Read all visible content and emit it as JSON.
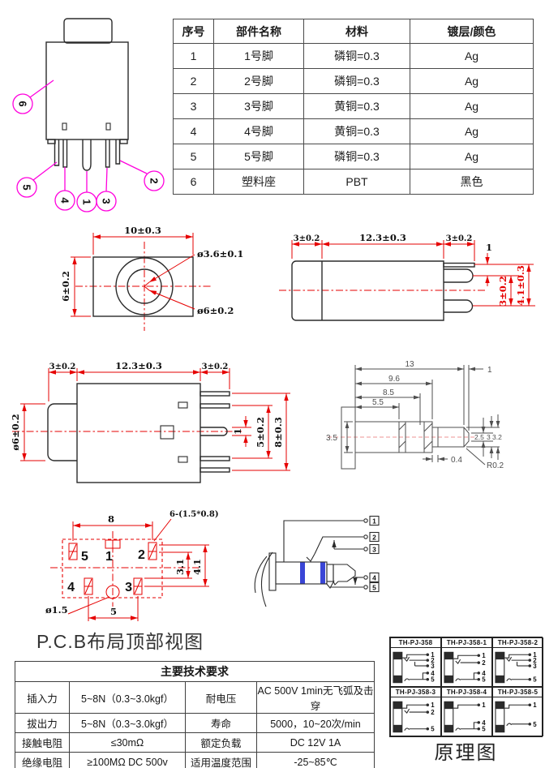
{
  "parts_table": {
    "headers": [
      "序号",
      "部件名称",
      "材料",
      "镀层/颜色"
    ],
    "rows": [
      [
        "1",
        "1号脚",
        "磷铜=0.3",
        "Ag"
      ],
      [
        "2",
        "2号脚",
        "磷铜=0.3",
        "Ag"
      ],
      [
        "3",
        "3号脚",
        "黄铜=0.3",
        "Ag"
      ],
      [
        "4",
        "4号脚",
        "黄铜=0.3",
        "Ag"
      ],
      [
        "5",
        "5号脚",
        "磷铜=0.3",
        "Ag"
      ],
      [
        "6",
        "塑料座",
        "PBT",
        "黑色"
      ]
    ]
  },
  "component_view": {
    "c1": "1",
    "c2": "2",
    "c3": "3",
    "c4": "4",
    "c5": "5",
    "c6": "6"
  },
  "front_view": {
    "dim_width": "10±0.3",
    "dim_height": "6±0.2",
    "dim_inner_dia": "ø3.6±0.1",
    "dim_outer_dia": "ø6±0.2"
  },
  "side_view": {
    "dim_left": "3±0.2",
    "dim_body": "12.3±0.3",
    "dim_right": "3±0.2",
    "dim_pin_gap": "1",
    "dim_pin_pitch": "3±0.2",
    "dim_pin_span": "4.1±0.3"
  },
  "top_view": {
    "dim_left": "3±0.2",
    "dim_body": "12.3±0.3",
    "dim_right": "3±0.2",
    "dim_barrel_dia": "ø6±0.2",
    "dim_pin_width": "1",
    "dim_pitch": "5±0.2",
    "dim_span": "8±0.3"
  },
  "plug_view": {
    "dim_length": "13",
    "dim_1": "1",
    "dim_9_6": "9.6",
    "dim_8_5": "8.5",
    "dim_5_5": "5.5",
    "dim_dia": "3.5",
    "dim_2_5": "2.5",
    "dim_3": "3",
    "dim_3_2": "3.2",
    "dim_0_4": "0.4",
    "dim_radius": "R0.2"
  },
  "pcb_view": {
    "title": "P.C.B布局顶部视图",
    "dim_width": "8",
    "slot_note": "6-(1.5*0.8)",
    "dim_3_1": "3.1",
    "dim_4_1": "4.1",
    "dim_pitch": "5",
    "hole_dia": "ø1.5",
    "pad1": "1",
    "pad2": "2",
    "pad3": "3",
    "pad4": "4",
    "pad5": "5"
  },
  "plug_terminals": {
    "t1": "1",
    "t2": "2",
    "t3": "3",
    "t4": "4",
    "t5": "5"
  },
  "tech_table": {
    "title": "主要技术要求",
    "rows": [
      [
        "插入力",
        "5~8N（0.3~3.0kgf）",
        "耐电压",
        "AC 500V 1min无飞弧及击穿"
      ],
      [
        "拔出力",
        "5~8N（0.3~3.0kgf）",
        "寿命",
        "5000，10~20次/min"
      ],
      [
        "接触电阻",
        "≤30mΩ",
        "额定负载",
        "DC 12V 1A"
      ],
      [
        "绝缘电阻",
        "≥100MΩ DC 500v",
        "适用温度范围",
        "-25~85℃"
      ]
    ]
  },
  "schematics": {
    "title": "原理图",
    "cells": [
      {
        "label": "TH-PJ-358",
        "terminals": [
          "1",
          "2",
          "3",
          "4",
          "5"
        ]
      },
      {
        "label": "TH-PJ-358-1",
        "terminals": [
          "1",
          "2",
          "4",
          "5"
        ]
      },
      {
        "label": "TH-PJ-358-2",
        "terminals": [
          "1",
          "2",
          "3",
          "5"
        ]
      },
      {
        "label": "TH-PJ-358-3",
        "terminals": [
          "1",
          "2",
          "5"
        ]
      },
      {
        "label": "TH-PJ-358-4",
        "terminals": [
          "1",
          "4",
          "5"
        ]
      },
      {
        "label": "TH-PJ-358-5",
        "terminals": [
          "1",
          "5"
        ]
      }
    ]
  },
  "colors": {
    "callout_magenta": "#ff00dd",
    "dimension_red": "#e60000",
    "line_black": "#2b2b2b",
    "cad_grey": "#4f4f4f",
    "plug_blue": "#3a46d6"
  }
}
